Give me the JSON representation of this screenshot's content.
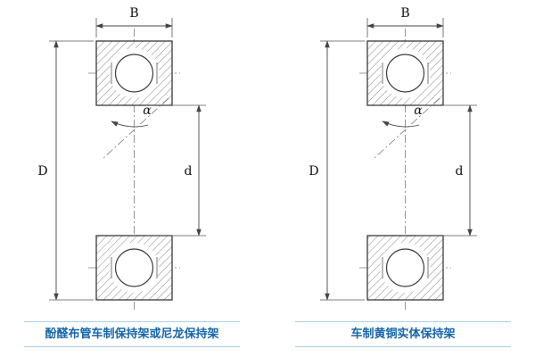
{
  "figures": [
    {
      "caption": "酚醛布管车制保持架或尼龙保持架",
      "dim_width_label": "B",
      "dim_outer_label": "D",
      "dim_bore_label": "d",
      "angle_label": "α"
    },
    {
      "caption": "车制黄铜实体保持架",
      "dim_width_label": "B",
      "dim_outer_label": "D",
      "dim_bore_label": "d",
      "angle_label": "α"
    }
  ],
  "colors": {
    "caption_text": "#1766a9",
    "caption_line": "#a9cfe9",
    "drawing_line": "#3a3a3a"
  }
}
